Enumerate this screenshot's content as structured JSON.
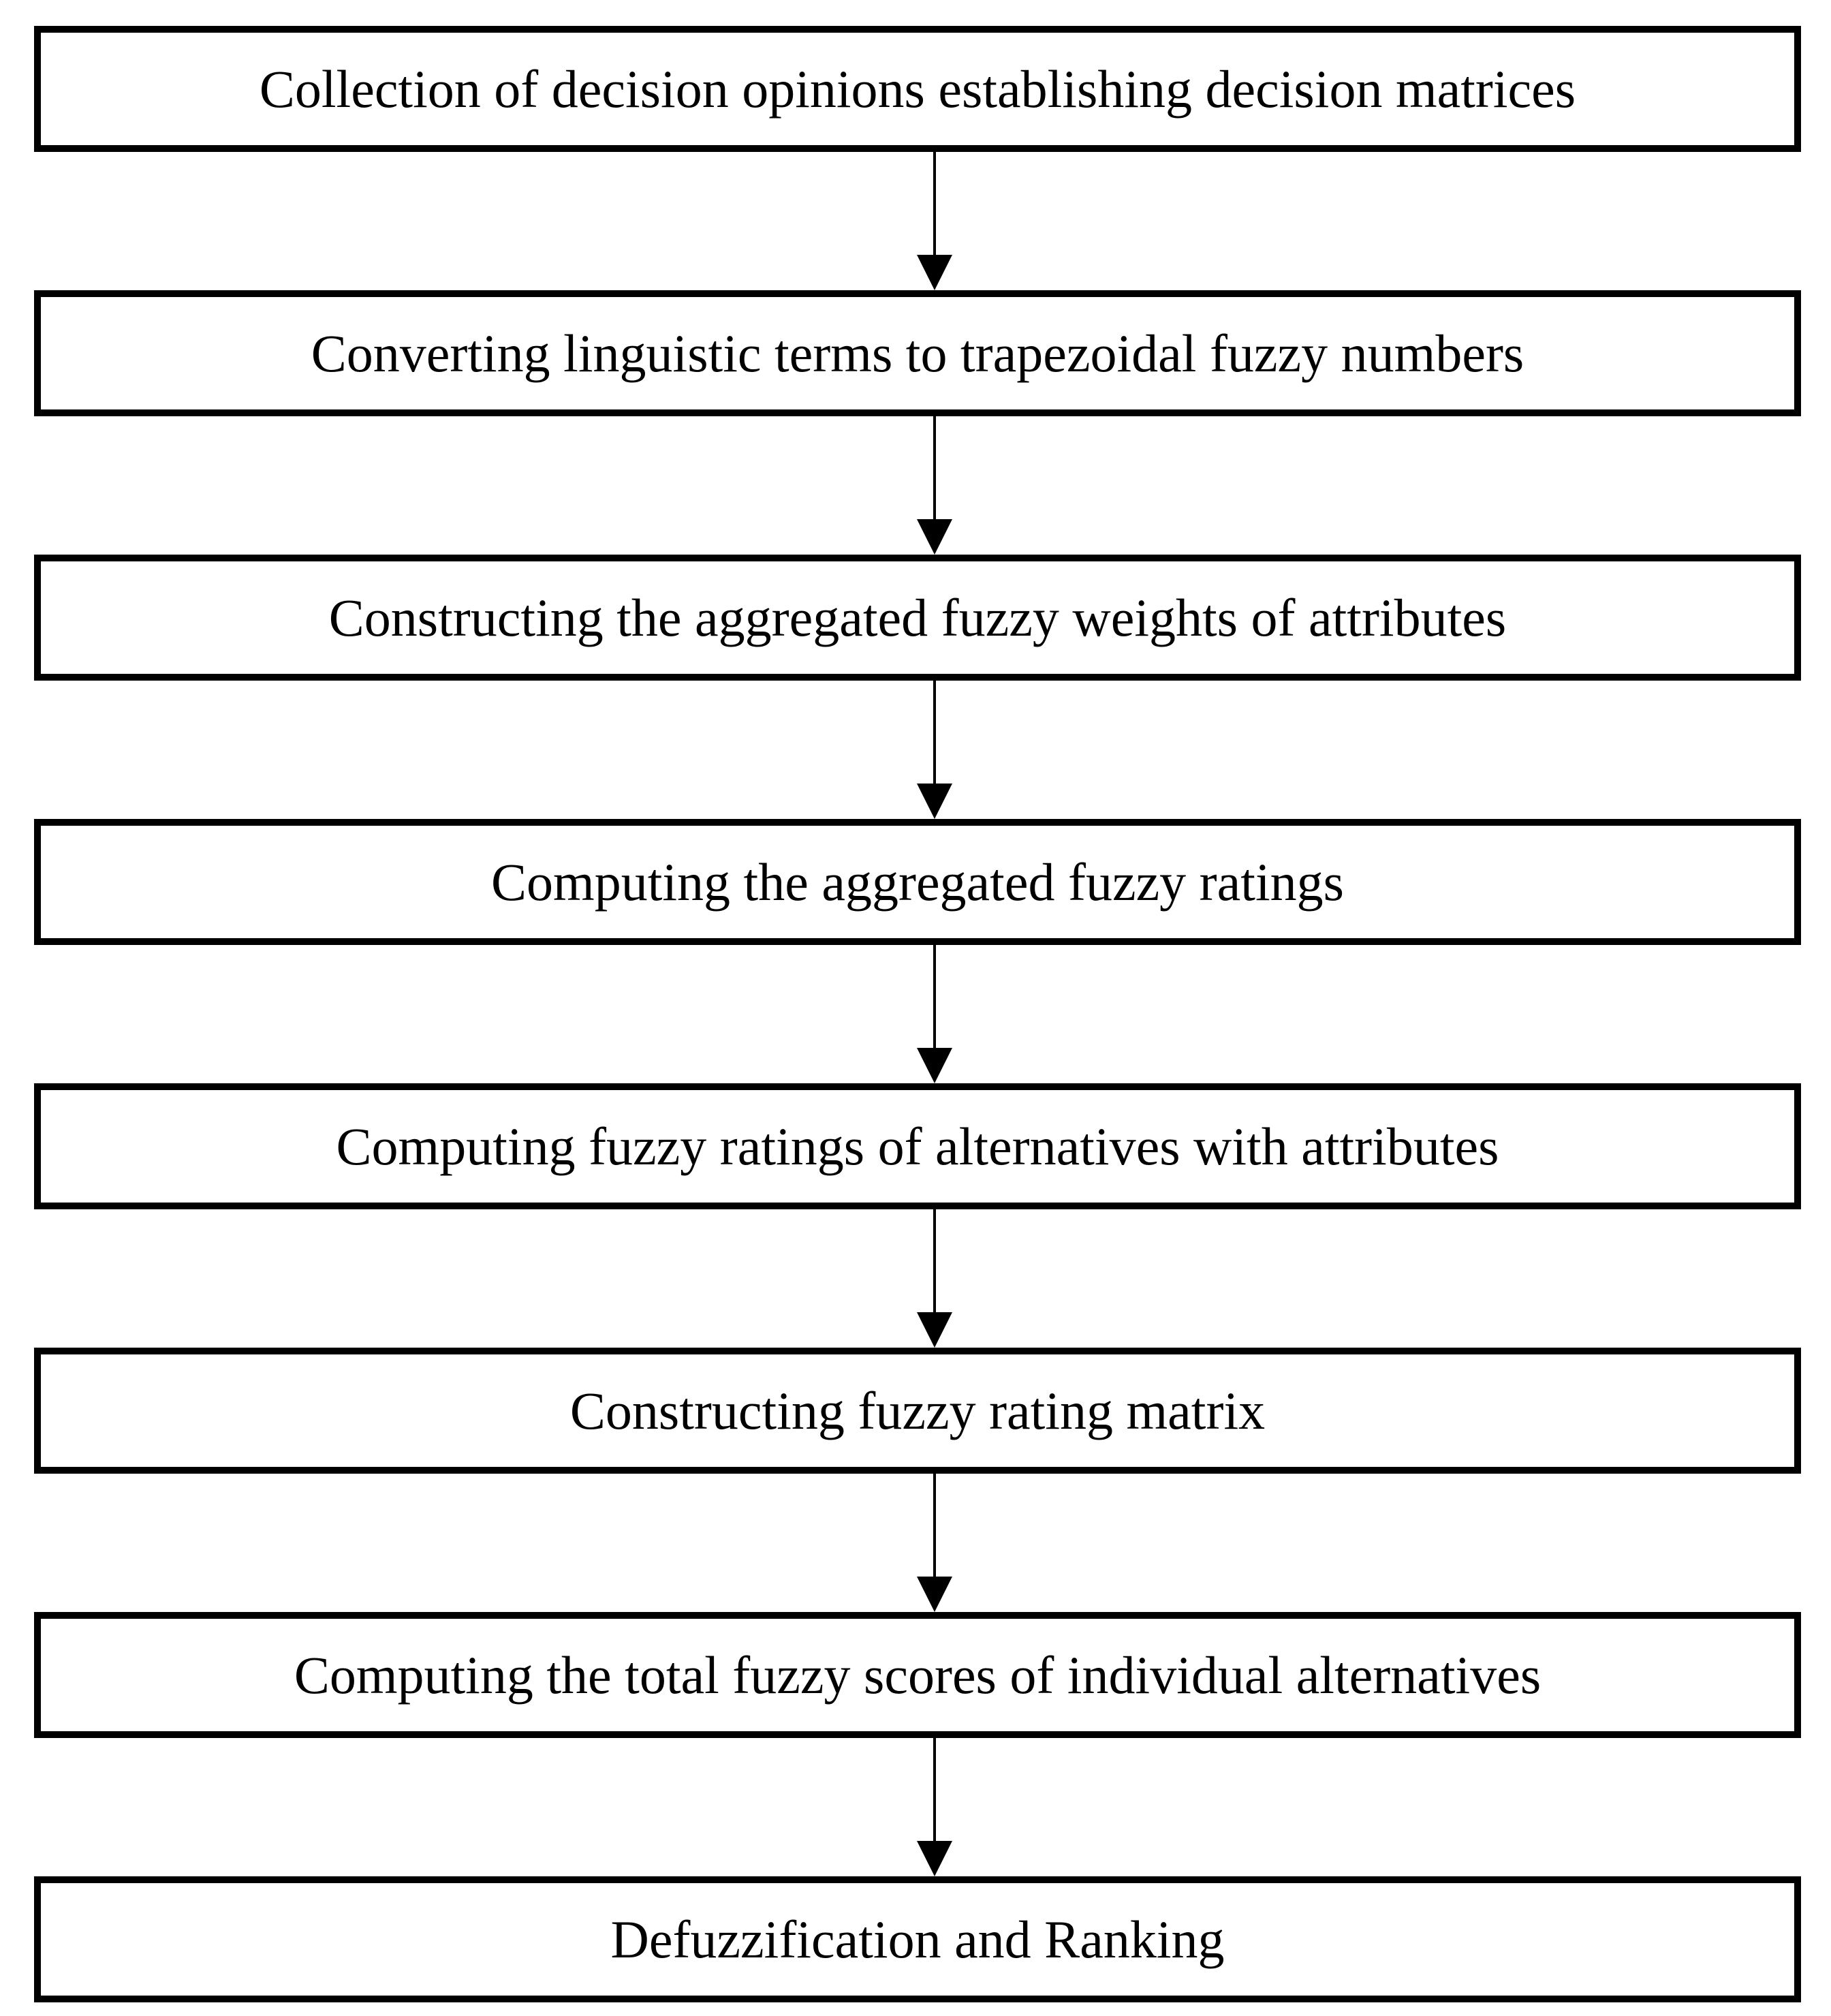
{
  "flowchart": {
    "type": "flowchart",
    "direction": "top-down",
    "colors": {
      "box_border": "#000000",
      "box_fill": "#ffffff",
      "text": "#000000",
      "arrow": "#000000"
    },
    "steps": [
      {
        "label": "Collection of decision opinions establishing decision matrices"
      },
      {
        "label": "Converting linguistic terms to trapezoidal fuzzy numbers"
      },
      {
        "label": "Constructing the aggregated fuzzy weights of attributes"
      },
      {
        "label": "Computing the aggregated fuzzy ratings"
      },
      {
        "label": "Computing fuzzy ratings of alternatives with attributes"
      },
      {
        "label": "Constructing fuzzy rating matrix"
      },
      {
        "label": "Computing the total fuzzy scores of individual alternatives"
      },
      {
        "label": "Defuzzification and Ranking"
      }
    ],
    "connectors": [
      {
        "from": 1,
        "to": 2
      },
      {
        "from": 2,
        "to": 3
      },
      {
        "from": 3,
        "to": 4
      },
      {
        "from": 4,
        "to": 5
      },
      {
        "from": 5,
        "to": 6
      },
      {
        "from": 6,
        "to": 7
      },
      {
        "from": 7,
        "to": 8
      }
    ]
  }
}
